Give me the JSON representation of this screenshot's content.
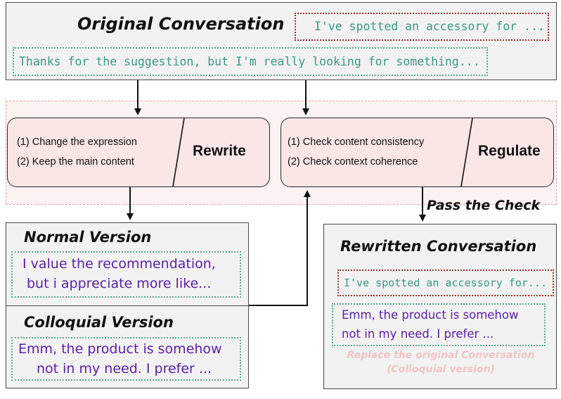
{
  "original": {
    "title": "Original Conversation",
    "agent_snippet": "I've spotted an accessory for ...",
    "user_snippet": "Thanks for the suggestion, but I'm really looking for something..."
  },
  "rewrite": {
    "step1": "(1) Change the expression",
    "step2": "(2) Keep the main content",
    "label": "Rewrite"
  },
  "regulate": {
    "step1": "(1) Check content consistency",
    "step2": "(2) Check  context coherence",
    "label": "Regulate"
  },
  "pass_check": "Pass the Check",
  "normal": {
    "title": "Normal Version",
    "line1": "I value the recommendation,",
    "line2": "but i appreciate more like..."
  },
  "colloquial": {
    "title": "Colloquial Version",
    "line1": "Emm, the product is somehow",
    "line2": "not in my need. I prefer ..."
  },
  "rewritten": {
    "title": "Rewritten Conversation",
    "agent_snippet": "I've spotted an accessory for...",
    "line1": "Emm, the product is somehow",
    "line2": "not in my need. I prefer ...",
    "note_line1": "Replace the original Conversation",
    "note_line2": "(Colloquial version)"
  },
  "colors": {
    "panel_bg": "#f2f2f2",
    "stage_fill": "#fbe6e6",
    "region_border": "#e2a3a3",
    "green_dotted": "#5fae8e",
    "red_dotted": "#9a3030",
    "teal_text": "#3a9a86",
    "purple_text": "#5a1ea6",
    "note_text": "#f2c4c4"
  }
}
